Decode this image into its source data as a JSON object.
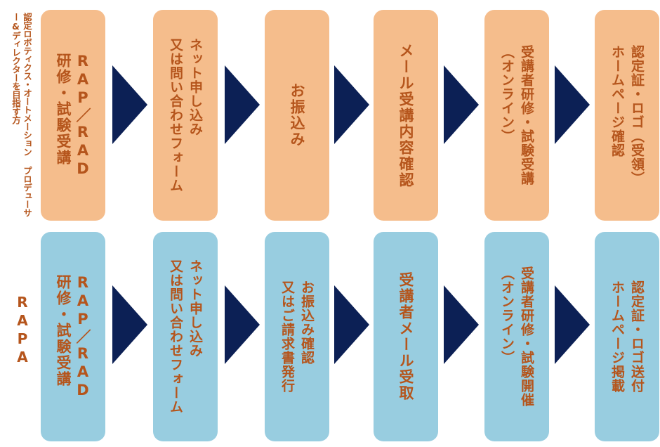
{
  "colors": {
    "top_box": "#f5bd8c",
    "bottom_box": "#98cde0",
    "text": "#b5551c",
    "arrow": "#0c2055"
  },
  "rows": [
    {
      "label": "認定ロボティクス・オートメーション\nプロデューサー&ディレクターを目指す方",
      "steps": [
        "RAP／RAD\n研修・試験受講",
        "ネット申し込み\n又は問い合わせフォーム",
        "お振込み",
        "メール受講内容確認",
        "受講者研修・試験受講\n（オンライン）",
        "認定証・ロゴ（受領）\nホームページ確認"
      ]
    },
    {
      "label": "RAPA",
      "steps": [
        "RAP／RAD\n研修・試験受講",
        "ネット申し込み\n又は問い合わせフォーム",
        "お振込み確認\n又はご請求書発行",
        "受講者メール受取",
        "受講者研修・試験開催\n（オンライン）",
        "認定証・ロゴ送付\nホームページ掲載"
      ]
    }
  ]
}
